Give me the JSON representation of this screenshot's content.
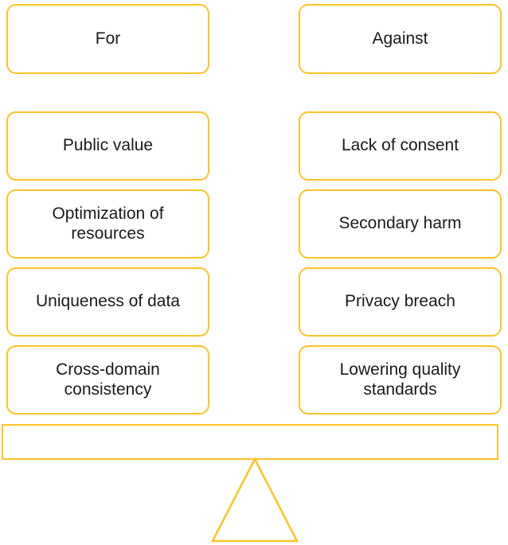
{
  "diagram": {
    "type": "balance-scale",
    "accent_color": "#FDC425",
    "text_color": "#1A1A1A",
    "background_color": "#FFFFFF",
    "columns": [
      {
        "side": "left",
        "header": "For",
        "items": [
          "Public value",
          "Optimization of\nresources",
          "Uniqueness of data",
          "Cross-domain\nconsistency"
        ]
      },
      {
        "side": "right",
        "header": "Against",
        "items": [
          "Lack of consent",
          "Secondary harm",
          "Privacy breach",
          "Lowering quality\nstandards"
        ]
      }
    ],
    "beam": {
      "label": ""
    },
    "fulcrum": {
      "shape": "triangle",
      "label": ""
    }
  }
}
